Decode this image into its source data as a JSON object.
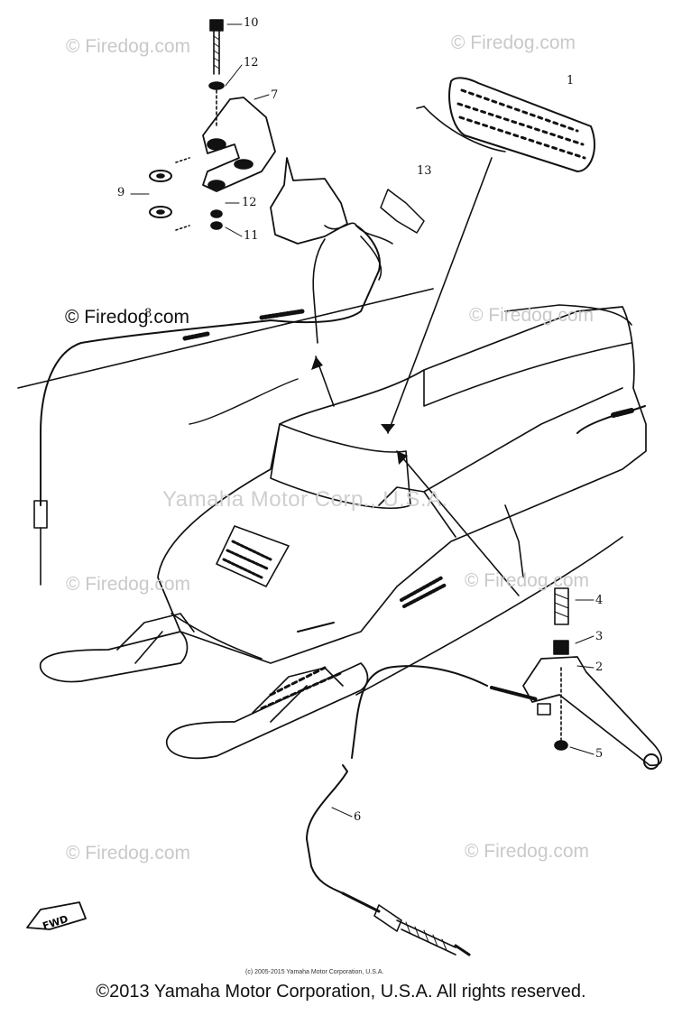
{
  "watermarks": {
    "firedog": "© Firedog.com",
    "center": "Yamaha Motor Corp., U.S.A."
  },
  "callouts": {
    "c1": "1",
    "c2": "2",
    "c3": "3",
    "c4": "4",
    "c5": "5",
    "c6": "6",
    "c7": "7",
    "c8": "8",
    "c9": "9",
    "c10": "10",
    "c11": "11",
    "c12a": "12",
    "c12b": "12",
    "c13": "13"
  },
  "fwd_label": "FWD",
  "fine_print": "(c) 2005-2015 Yamaha Motor Corporation, U.S.A.",
  "footer": "©2013 Yamaha Motor Corporation, U.S.A. All rights reserved."
}
